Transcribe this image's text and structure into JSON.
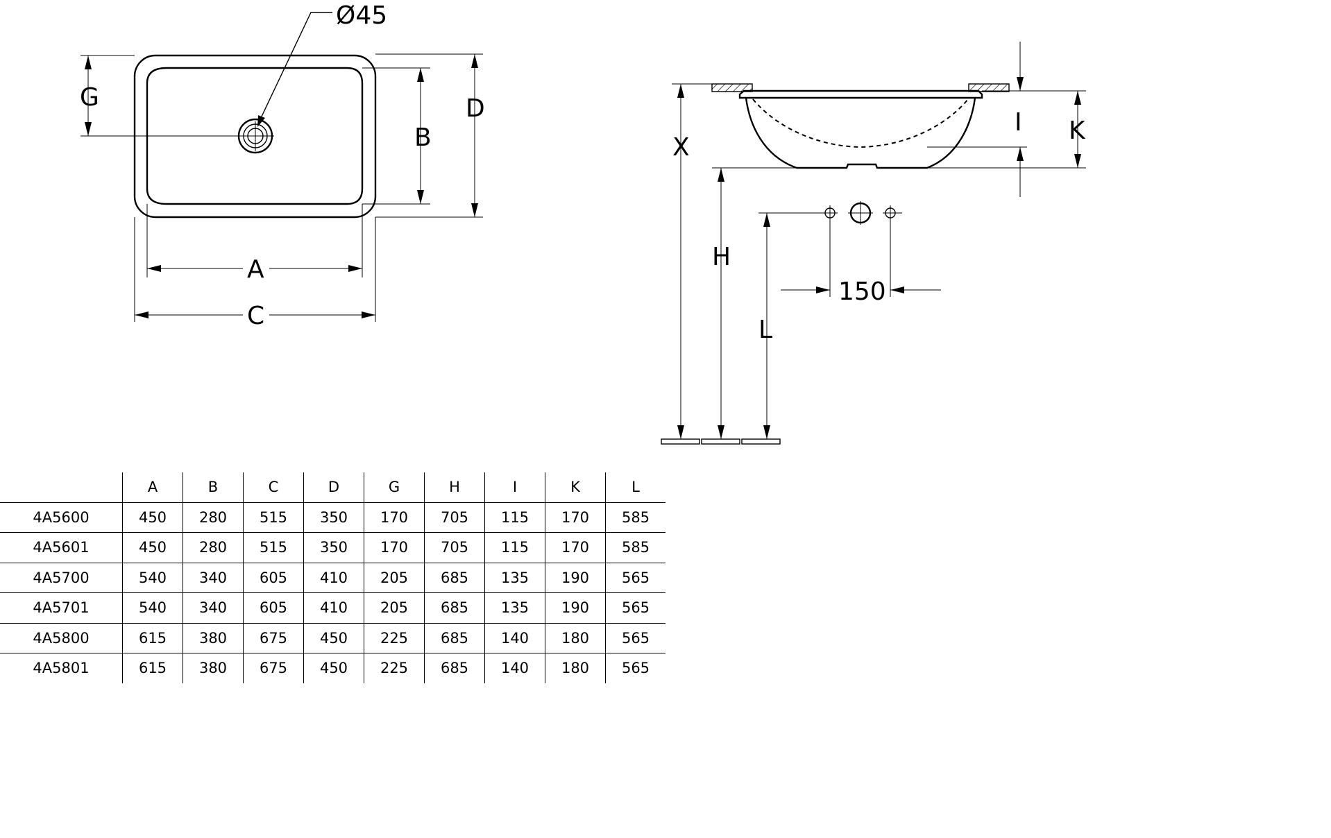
{
  "top_view": {
    "drain_label": "Ø45",
    "dim_labels": {
      "A": "A",
      "B": "B",
      "C": "C",
      "D": "D",
      "G": "G"
    }
  },
  "side_view": {
    "dim_labels": {
      "X": "X",
      "H": "H",
      "L": "L",
      "I": "I",
      "K": "K"
    },
    "tap_spacing": "150"
  },
  "table": {
    "columns": [
      "A",
      "B",
      "C",
      "D",
      "G",
      "H",
      "I",
      "K",
      "L"
    ],
    "rows": [
      {
        "model": "4A5600",
        "values": [
          "450",
          "280",
          "515",
          "350",
          "170",
          "705",
          "115",
          "170",
          "585"
        ]
      },
      {
        "model": "4A5601",
        "values": [
          "450",
          "280",
          "515",
          "350",
          "170",
          "705",
          "115",
          "170",
          "585"
        ]
      },
      {
        "model": "4A5700",
        "values": [
          "540",
          "340",
          "605",
          "410",
          "205",
          "685",
          "135",
          "190",
          "565"
        ]
      },
      {
        "model": "4A5701",
        "values": [
          "540",
          "340",
          "605",
          "410",
          "205",
          "685",
          "135",
          "190",
          "565"
        ]
      },
      {
        "model": "4A5800",
        "values": [
          "615",
          "380",
          "675",
          "450",
          "225",
          "685",
          "140",
          "180",
          "565"
        ]
      },
      {
        "model": "4A5801",
        "values": [
          "615",
          "380",
          "675",
          "450",
          "225",
          "685",
          "140",
          "180",
          "565"
        ]
      }
    ]
  }
}
